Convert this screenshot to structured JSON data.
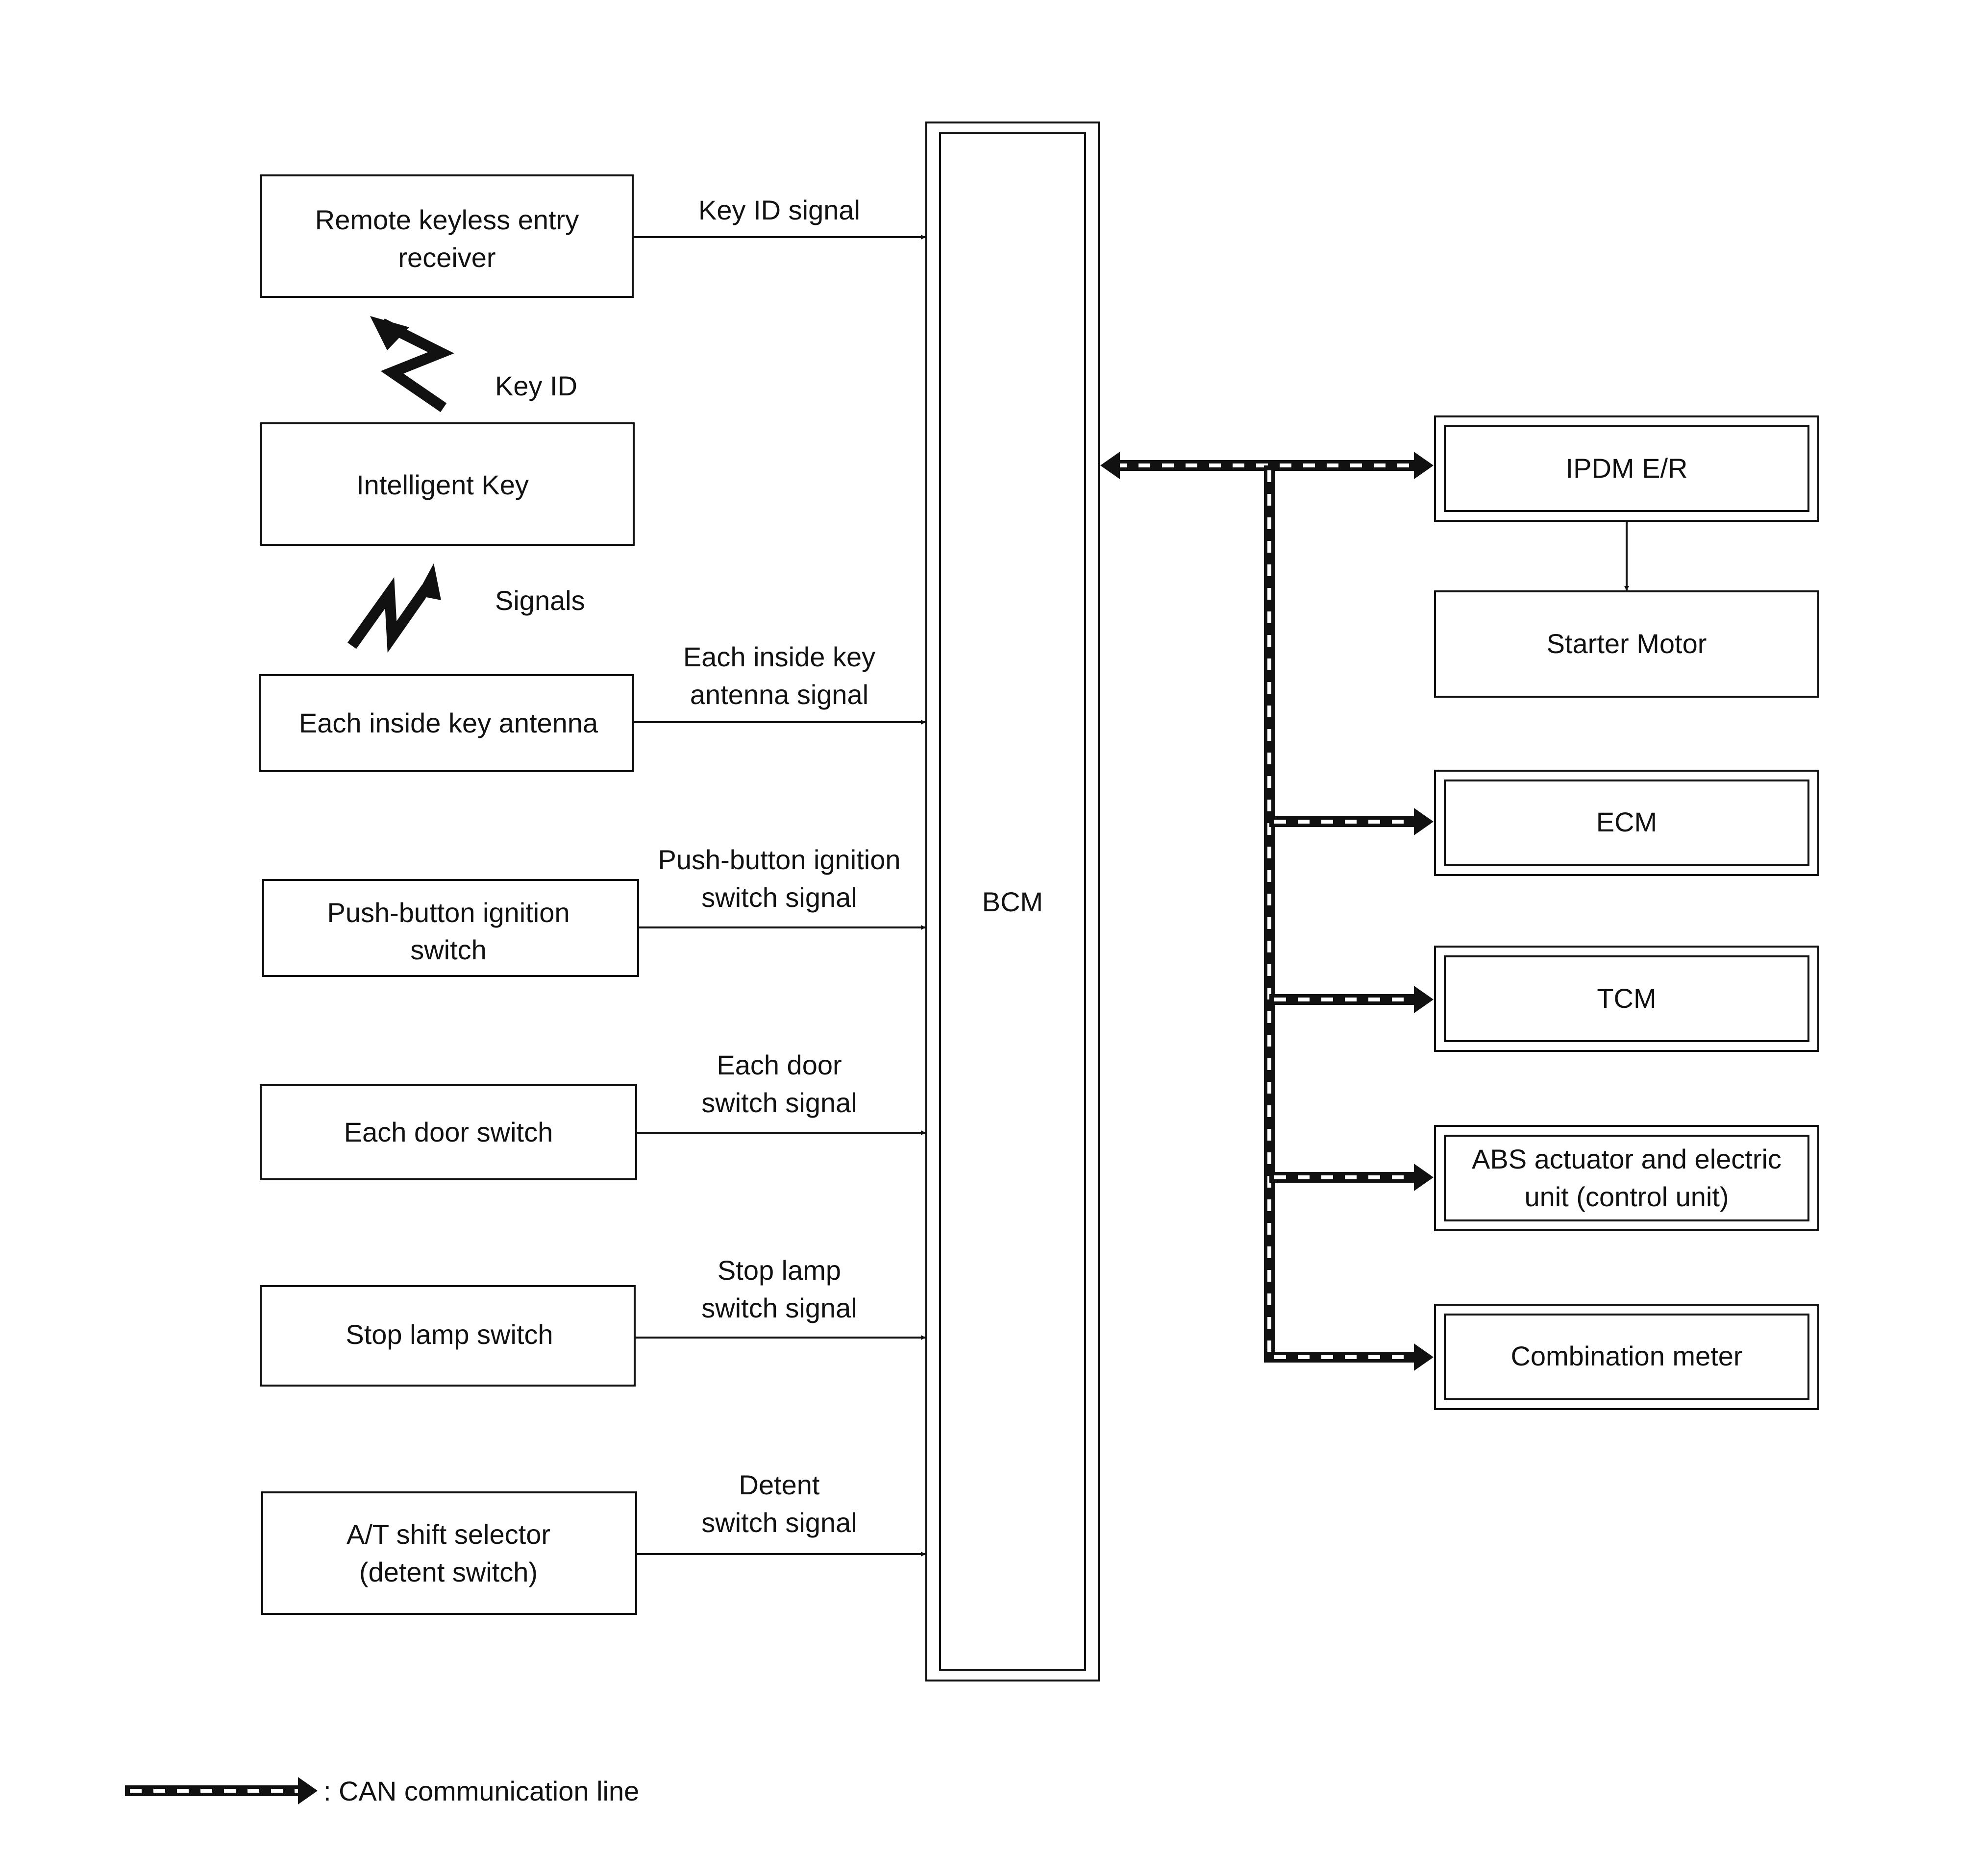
{
  "bcm": {
    "label": "BCM"
  },
  "inputs": [
    {
      "id": "remote-keyless-entry-receiver",
      "lines": [
        "Remote keyless entry",
        "receiver"
      ],
      "signal": [
        "Key ID signal"
      ]
    },
    {
      "id": "intelligent-key",
      "lines": [
        "Intelligent Key"
      ],
      "signal": []
    },
    {
      "id": "each-inside-key-antenna",
      "lines": [
        "Each inside key antenna"
      ],
      "signal": [
        "Each inside key",
        "antenna signal"
      ]
    },
    {
      "id": "push-button-ignition-switch",
      "lines": [
        "Push-button ignition",
        "switch"
      ],
      "signal": [
        "Push-button ignition",
        "switch signal"
      ]
    },
    {
      "id": "each-door-switch",
      "lines": [
        "Each door switch"
      ],
      "signal": [
        "Each door",
        "switch signal"
      ]
    },
    {
      "id": "stop-lamp-switch",
      "lines": [
        "Stop lamp switch"
      ],
      "signal": [
        "Stop lamp",
        "switch signal"
      ]
    },
    {
      "id": "at-shift-selector",
      "lines": [
        "A/T shift selector",
        "(detent switch)"
      ],
      "signal": [
        "Detent",
        "switch signal"
      ]
    }
  ],
  "wireless": {
    "key_id": "Key ID",
    "signals": "Signals"
  },
  "outputs": [
    {
      "id": "ipdm-er",
      "lines": [
        "IPDM E/R"
      ],
      "can": true
    },
    {
      "id": "starter-motor",
      "lines": [
        "Starter Motor"
      ],
      "can": false
    },
    {
      "id": "ecm",
      "lines": [
        "ECM"
      ],
      "can": true
    },
    {
      "id": "tcm",
      "lines": [
        "TCM"
      ],
      "can": true
    },
    {
      "id": "abs-actuator",
      "lines": [
        "ABS actuator and electric",
        "unit (control unit)"
      ],
      "can": true
    },
    {
      "id": "combination-meter",
      "lines": [
        "Combination meter"
      ],
      "can": true
    }
  ],
  "legend": {
    "label": ": CAN communication line"
  },
  "colors": {
    "line": "#111111",
    "background": "#ffffff"
  }
}
